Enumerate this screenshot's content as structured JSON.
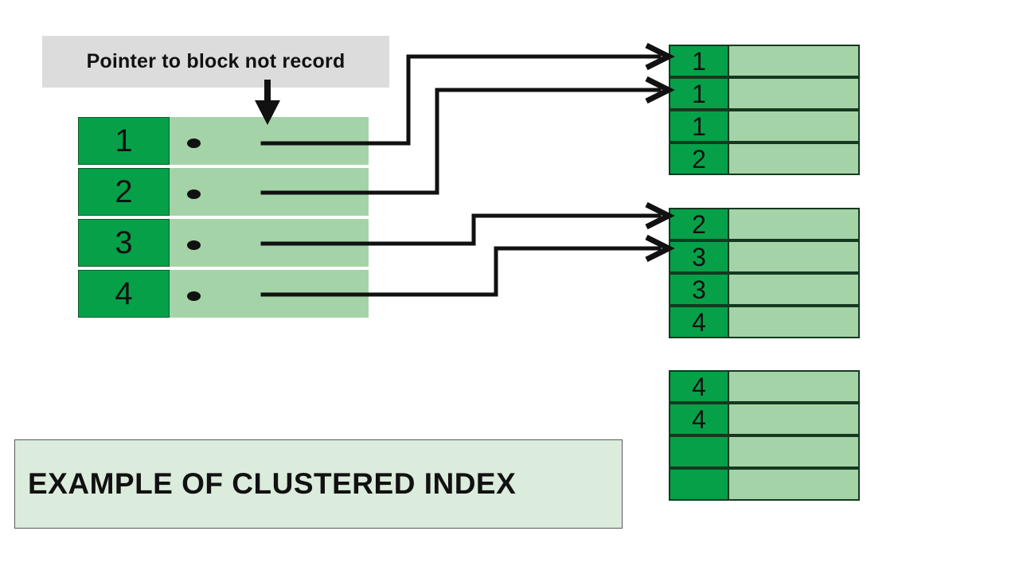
{
  "diagram": {
    "title": "Example of clustered index",
    "callout": {
      "text": "Pointer to block not record",
      "bg_color": "#dcdcdc"
    },
    "caption": {
      "text": "EXAMPLE OF CLUSTERED INDEX",
      "bg_color": "#DBEBDC",
      "border_color": "#5a5a5a"
    },
    "colors": {
      "key_green": "#06A049",
      "payload_green": "#A5D3A8",
      "line_black": "#111111",
      "block_border": "#14391f"
    },
    "index_table": {
      "name": "Index",
      "rows": [
        {
          "key": "1",
          "pointer": "pointer-dot"
        },
        {
          "key": "2",
          "pointer": "pointer-dot"
        },
        {
          "key": "3",
          "pointer": "pointer-dot"
        },
        {
          "key": "4",
          "pointer": "pointer-dot"
        }
      ]
    },
    "data_blocks": [
      {
        "name": "block-1",
        "rows": [
          {
            "key": "1",
            "payload": ""
          },
          {
            "key": "1",
            "payload": ""
          },
          {
            "key": "1",
            "payload": ""
          },
          {
            "key": "2",
            "payload": ""
          }
        ]
      },
      {
        "name": "block-2",
        "rows": [
          {
            "key": "2",
            "payload": ""
          },
          {
            "key": "3",
            "payload": ""
          },
          {
            "key": "3",
            "payload": ""
          },
          {
            "key": "4",
            "payload": ""
          }
        ]
      },
      {
        "name": "block-3",
        "rows": [
          {
            "key": "4",
            "payload": ""
          },
          {
            "key": "4",
            "payload": ""
          },
          {
            "key": "",
            "payload": ""
          },
          {
            "key": "",
            "payload": ""
          }
        ]
      }
    ],
    "connectors": [
      {
        "name": "connector-index-1-to-block-1-row-1",
        "from_index_row": 1,
        "to_block": 1,
        "to_block_row": 1
      },
      {
        "name": "connector-index-2-to-block-1-row-2",
        "from_index_row": 2,
        "to_block": 1,
        "to_block_row": 2
      },
      {
        "name": "connector-index-3-to-block-2-row-1",
        "from_index_row": 3,
        "to_block": 2,
        "to_block_row": 1
      },
      {
        "name": "connector-index-4-to-block-2-row-2",
        "from_index_row": 4,
        "to_block": 2,
        "to_block_row": 2
      }
    ],
    "callout_arrow": {
      "name": "callout-down-arrow",
      "direction": "down"
    }
  }
}
